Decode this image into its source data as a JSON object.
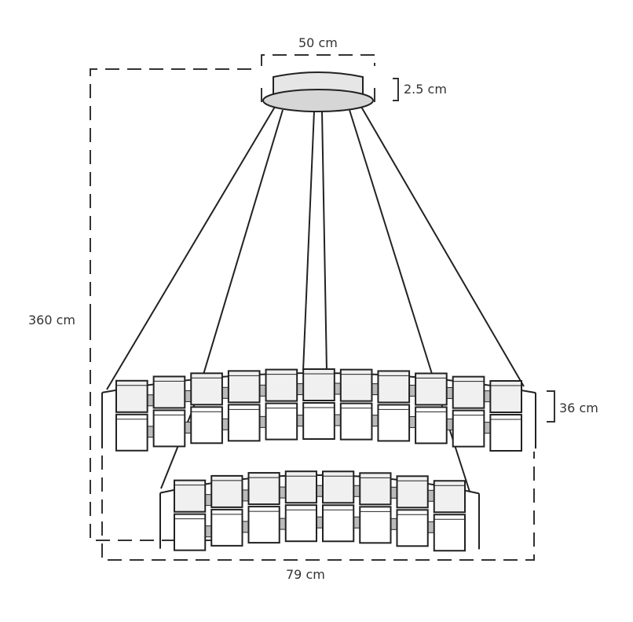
{
  "labels": {
    "canopy_diameter": "50 cm",
    "canopy_height": "2.5 cm",
    "total_height": "360 cm",
    "ring_height": "36 cm",
    "ring_diameter": "79 cm"
  },
  "colors": {
    "line": "#222222",
    "panel_back": "#f0f0f0",
    "panel_front": "#ffffff",
    "canopy": "#e6e6e6"
  }
}
